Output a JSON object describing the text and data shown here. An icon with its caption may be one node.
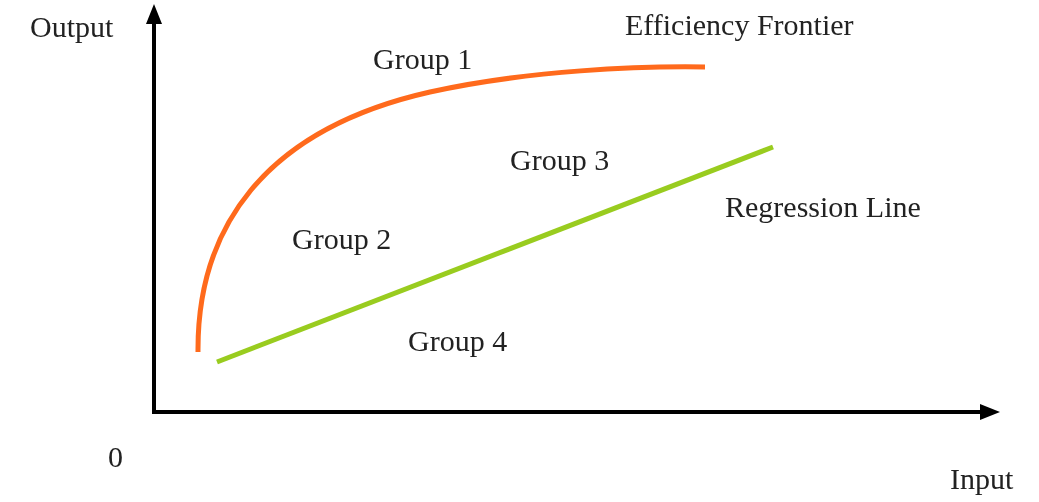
{
  "diagram": {
    "labels": [
      "Output",
      "Efficiency Frontier",
      "Group 1",
      "Group 3",
      "Regression Line",
      "Group 2",
      "Group 4",
      "0",
      "Input"
    ]
  }
}
